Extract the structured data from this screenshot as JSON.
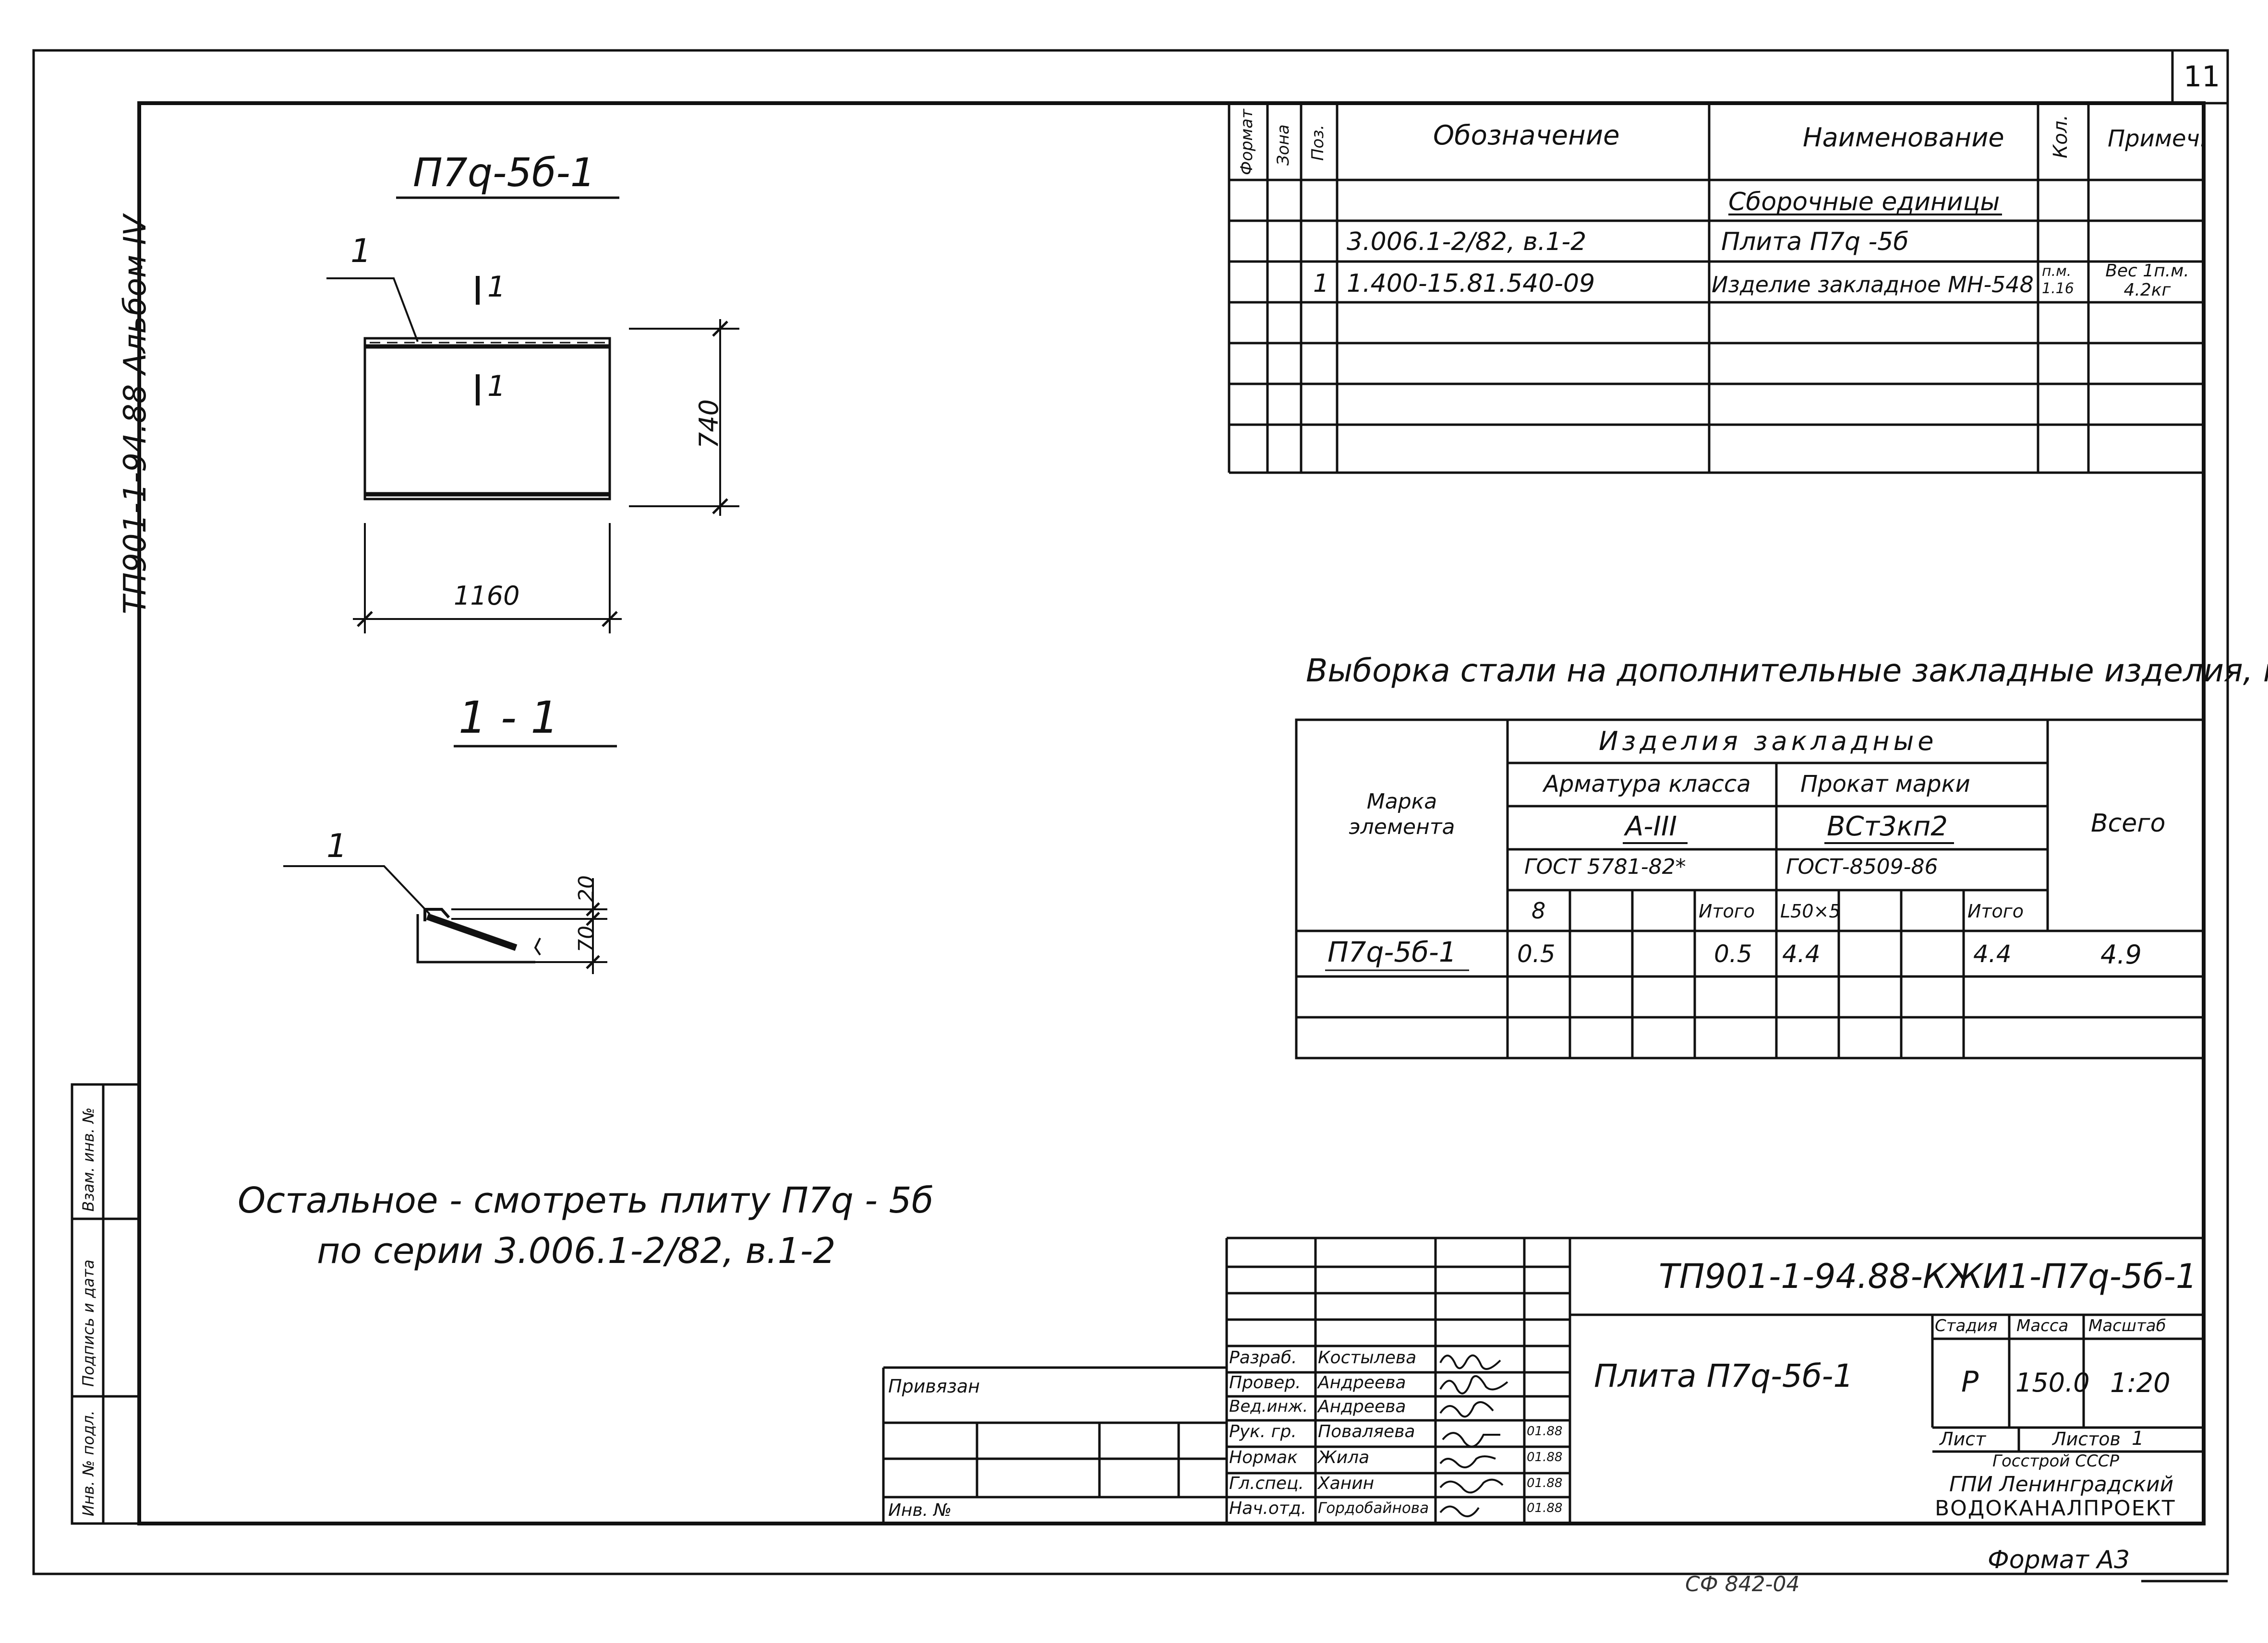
{
  "sheet_number": "11",
  "album_side": "ТП901-1-94.88  Альбом IV",
  "plan_title": "П7q-5б-1",
  "plan": {
    "callout": "1",
    "cut_top": "1",
    "cut_bottom": "1",
    "dim_height": "740",
    "dim_width": "1160"
  },
  "section_title": "1 - 1",
  "section": {
    "callout": "1",
    "dim_top": "20",
    "dim_bottom": "70"
  },
  "note_line1": "Остальное - смотреть   плиту  П7q - 5б",
  "note_line2": "по  серии   3.006.1-2/82, в.1-2",
  "spec_table": {
    "headers": {
      "format": "Формат",
      "zone": "Зона",
      "pos": "Поз.",
      "designation": "Обозначение",
      "name": "Наименование",
      "qty": "Кол.",
      "note": "Примеч."
    },
    "section_label": "Сборочные  единицы",
    "rows": [
      {
        "pos": "",
        "designation": "3.006.1-2/82, в.1-2",
        "name": "Плита  П7q -5б",
        "qty": "",
        "note": ""
      },
      {
        "pos": "1",
        "designation": "1.400-15.81.540-09",
        "name": "Изделие  закладное МН-548",
        "qty": "п.м. 1.16",
        "note": "Вес 1п.м. 4.2кг"
      }
    ]
  },
  "steel_title": "Выборка  стали  на дополнительные  закладные  изделия, кг",
  "steel_table": {
    "mark_header": "Марка элемента",
    "group_header": "Изделия   закладные",
    "rebar_header": "Арматура  класса",
    "rebar_class": "А-III",
    "rebar_gost": "ГОСТ 5781-82*",
    "rolled_header": "Прокат  марки",
    "rolled_grade": "ВСт3кп2",
    "rolled_gost": "ГОСТ-8509-86",
    "total_header": "Всего",
    "sub_headers": [
      "8",
      "",
      "",
      "Итого",
      "L50×5",
      "",
      "",
      "Итого"
    ],
    "rows": [
      {
        "mark": "П7q-5б-1",
        "values": [
          "0.5",
          "",
          "",
          "0.5",
          "4.4",
          "",
          "",
          "4.4"
        ],
        "total": "4.9"
      }
    ]
  },
  "side_stamp": {
    "inv_podl": "Инв. № подл.",
    "sign_date": "Подпись и дата",
    "vzam_inv": "Взам. инв. №"
  },
  "privyazan": {
    "label": "Привязан",
    "inv": "Инв. №"
  },
  "title_block": {
    "code": "ТП901-1-94.88-КЖИ1-П7q-5б-1",
    "product_name": "Плита  П7q-5б-1",
    "stage_label": "Стадия",
    "mass_label": "Масса",
    "scale_label": "Масштаб",
    "stage": "Р",
    "mass": "150.0",
    "scale": "1:20",
    "sheet_label": "Лист",
    "sheets_label": "Листов",
    "sheets": "1",
    "org1": "Госстрой СССР",
    "org2": "ГПИ  Ленинградский",
    "org3": "ВОДОКАНАЛПРОЕКТ",
    "people": [
      {
        "role": "Разраб.",
        "name": "Костылева",
        "date": ""
      },
      {
        "role": "Провер.",
        "name": "Андреева",
        "date": ""
      },
      {
        "role": "Вед.инж.",
        "name": "Андреева",
        "date": ""
      },
      {
        "role": "Рук. гр.",
        "name": "Поваляева",
        "date": "01.88"
      },
      {
        "role": "Нормак",
        "name": "Жила",
        "date": "01.88"
      },
      {
        "role": "Гл.спец.",
        "name": "Ханин",
        "date": "01.88"
      },
      {
        "role": "Нач.отд.",
        "name": "Гордобайнова",
        "date": "01.88"
      }
    ]
  },
  "format_label": "Формат  А3",
  "copy_mark": "СФ 842-04"
}
